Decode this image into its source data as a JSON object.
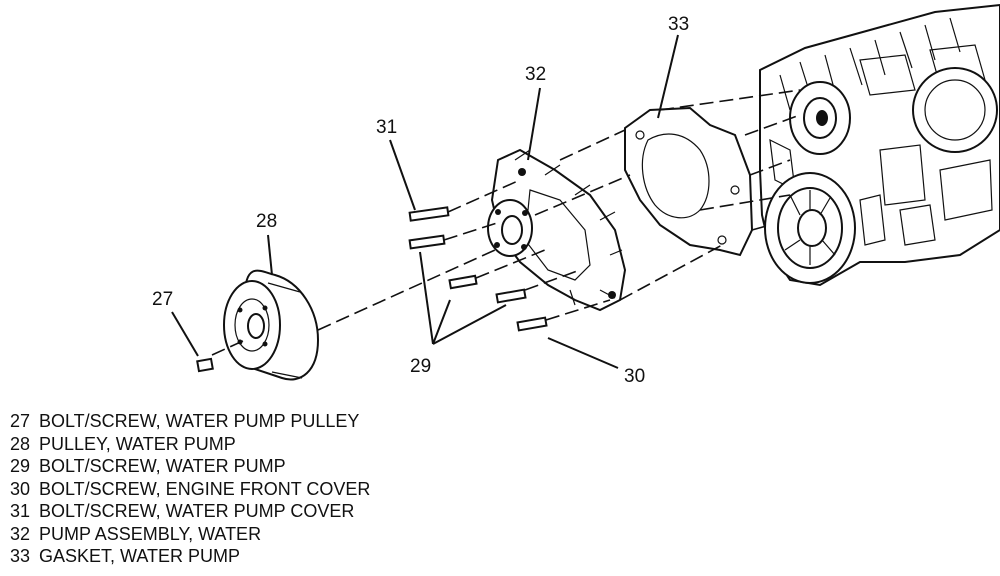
{
  "callouts": {
    "c27": "27",
    "c28": "28",
    "c29": "29",
    "c30": "30",
    "c31": "31",
    "c32": "32",
    "c33": "33"
  },
  "legend": [
    {
      "num": "27",
      "text": "BOLT/SCREW, WATER PUMP PULLEY"
    },
    {
      "num": "28",
      "text": "PULLEY, WATER PUMP"
    },
    {
      "num": "29",
      "text": "BOLT/SCREW, WATER PUMP"
    },
    {
      "num": "30",
      "text": "BOLT/SCREW, ENGINE FRONT COVER"
    },
    {
      "num": "31",
      "text": "BOLT/SCREW, WATER PUMP COVER"
    },
    {
      "num": "32",
      "text": "PUMP ASSEMBLY, WATER"
    },
    {
      "num": "33",
      "text": "GASKET, WATER PUMP"
    }
  ]
}
